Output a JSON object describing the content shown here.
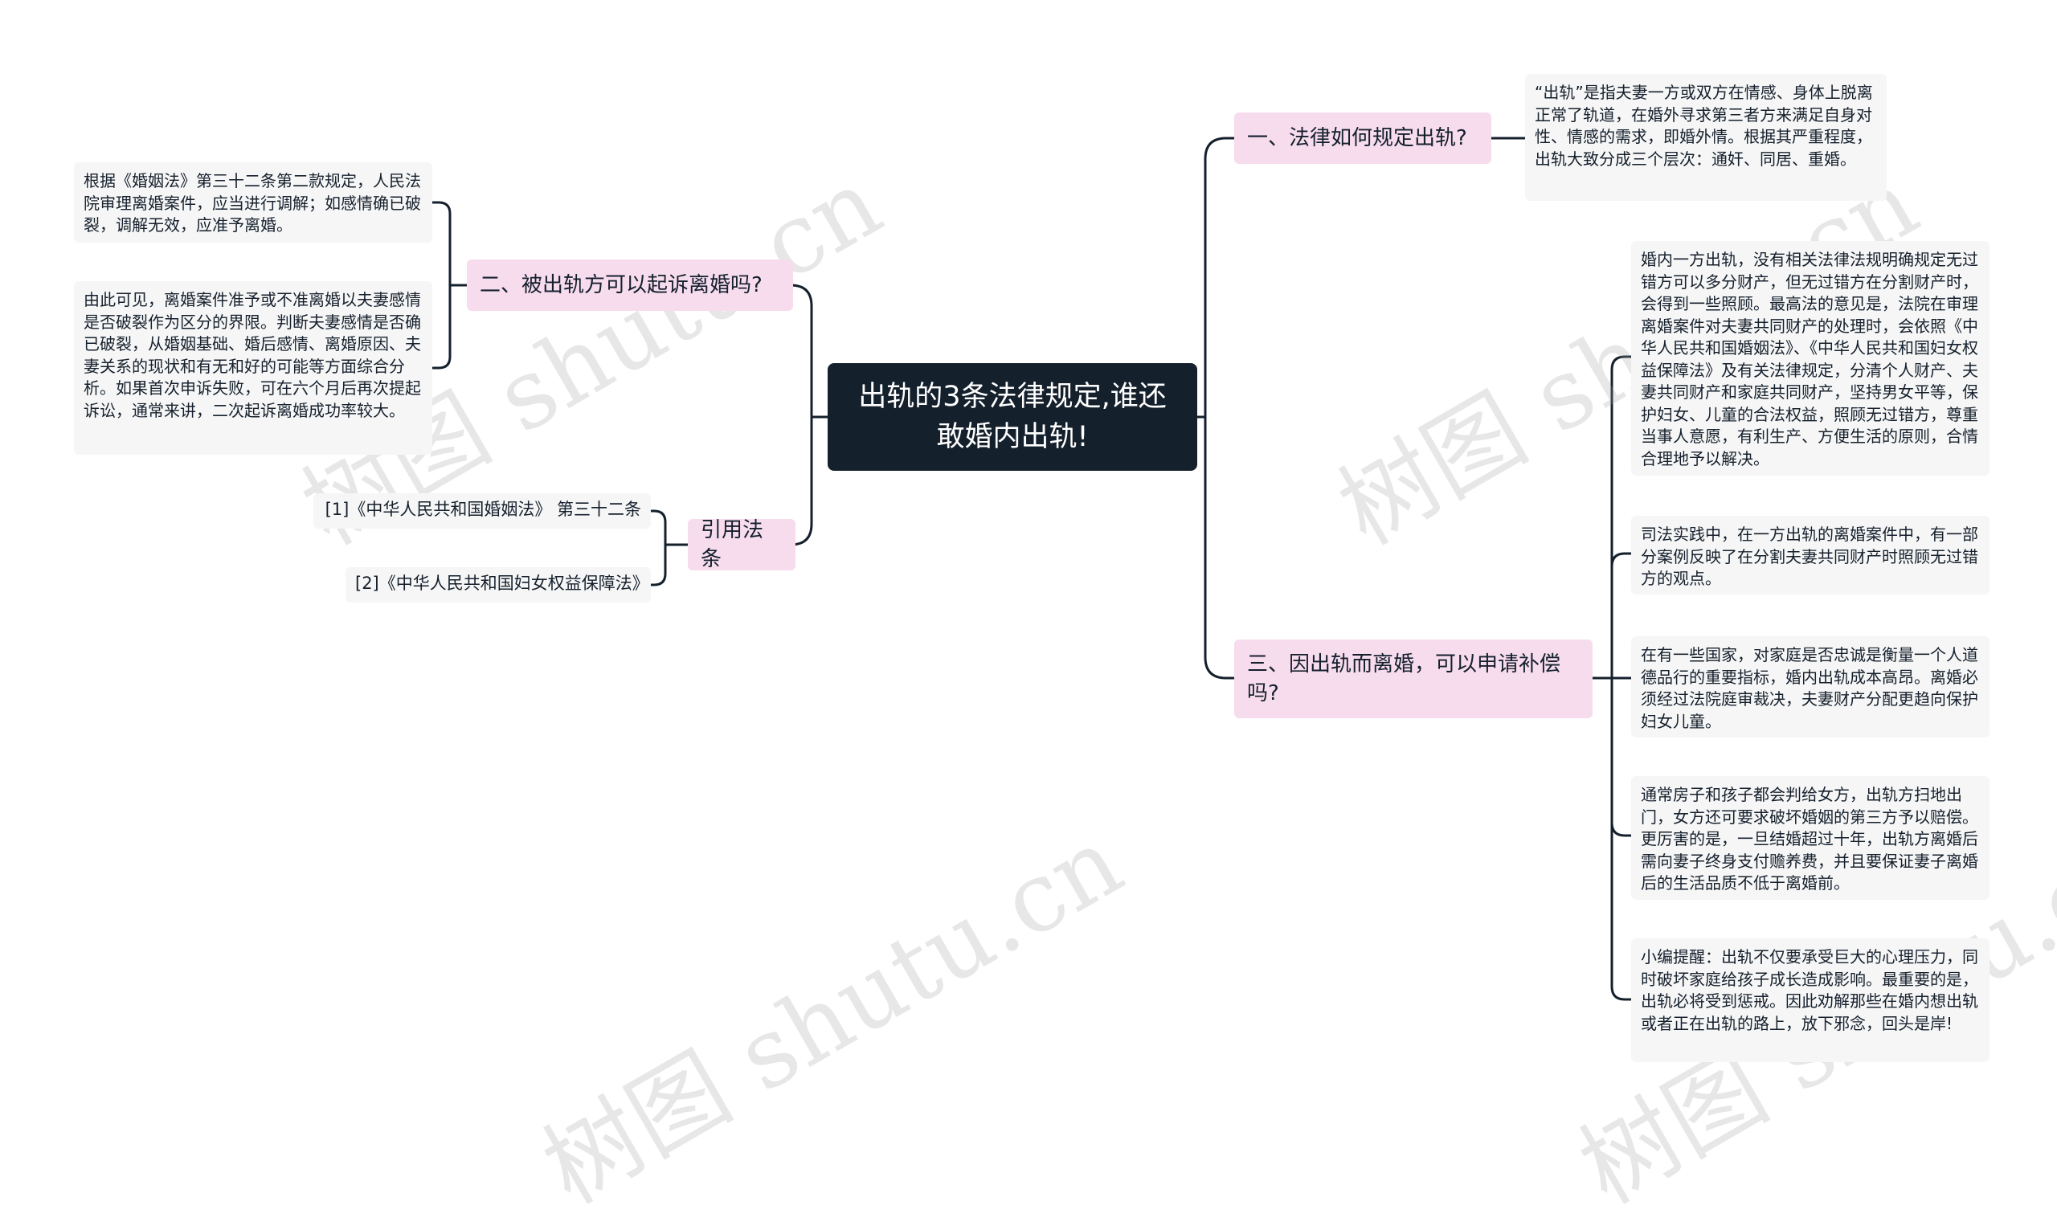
{
  "root": {
    "title": "出轨的3条法律规定,谁还敢婚内出轨!"
  },
  "branches": [
    {
      "label": "一、法律如何规定出轨?",
      "leaves": [
        "“出轨”是指夫妻一方或双方在情感、身体上脱离正常了轨道，在婚外寻求第三者方来满足自身对性、情感的需求，即婚外情。根据其严重程度，出轨大致分成三个层次：通奸、同居、重婚。"
      ]
    },
    {
      "label": "二、被出轨方可以起诉离婚吗?",
      "leaves": [
        "根据《婚姻法》第三十二条第二款规定，人民法院审理离婚案件，应当进行调解；如感情确已破裂，调解无效，应准予离婚。",
        "由此可见，离婚案件准予或不准离婚以夫妻感情是否破裂作为区分的界限。判断夫妻感情是否确已破裂，从婚姻基础、婚后感情、离婚原因、夫妻关系的现状和有无和好的可能等方面综合分析。如果首次申诉失败，可在六个月后再次提起诉讼，通常来讲，二次起诉离婚成功率较大。"
      ]
    },
    {
      "label": "三、因出轨而离婚，可以申请补偿吗?",
      "leaves": [
        "婚内一方出轨，没有相关法律法规明确规定无过错方可以多分财产，但无过错方在分割财产时，会得到一些照顾。最高法的意见是，法院在审理离婚案件对夫妻共同财产的处理时，会依照《中华人民共和国婚姻法》、《中华人民共和国妇女权益保障法》及有关法律规定，分清个人财产、夫妻共同财产和家庭共同财产，坚持男女平等，保护妇女、儿童的合法权益，照顾无过错方，尊重当事人意愿，有利生产、方便生活的原则，合情合理地予以解决。",
        "司法实践中，在一方出轨的离婚案件中，有一部分案例反映了在分割夫妻共同财产时照顾无过错方的观点。",
        "在有一些国家，对家庭是否忠诚是衡量一个人道德品行的重要指标，婚内出轨成本高昂。离婚必须经过法院庭审裁决，夫妻财产分配更趋向保护妇女儿童。",
        "通常房子和孩子都会判给女方，出轨方扫地出门，女方还可要求破坏婚姻的第三方予以赔偿。更厉害的是，一旦结婚超过十年，出轨方离婚后需向妻子终身支付赡养费，并且要保证妻子离婚后的生活品质不低于离婚前。",
        "小编提醒：出轨不仅要承受巨大的心理压力，同时破坏家庭给孩子成长造成影响。最重要的是，出轨必将受到惩戒。因此劝解那些在婚内想出轨或者正在出轨的路上，放下邪念，回头是岸!"
      ]
    },
    {
      "label": "引用法条",
      "leaves": [
        "[1]《中华人民共和国婚姻法》 第三十二条",
        "[2]《中华人民共和国妇女权益保障法》"
      ]
    }
  ],
  "watermark": "树图 shutu.cn",
  "colors": {
    "root_bg": "#15202d",
    "branch_bg": "#f7dcee",
    "leaf_bg": "#f6f6f6",
    "line": "#15202d"
  }
}
